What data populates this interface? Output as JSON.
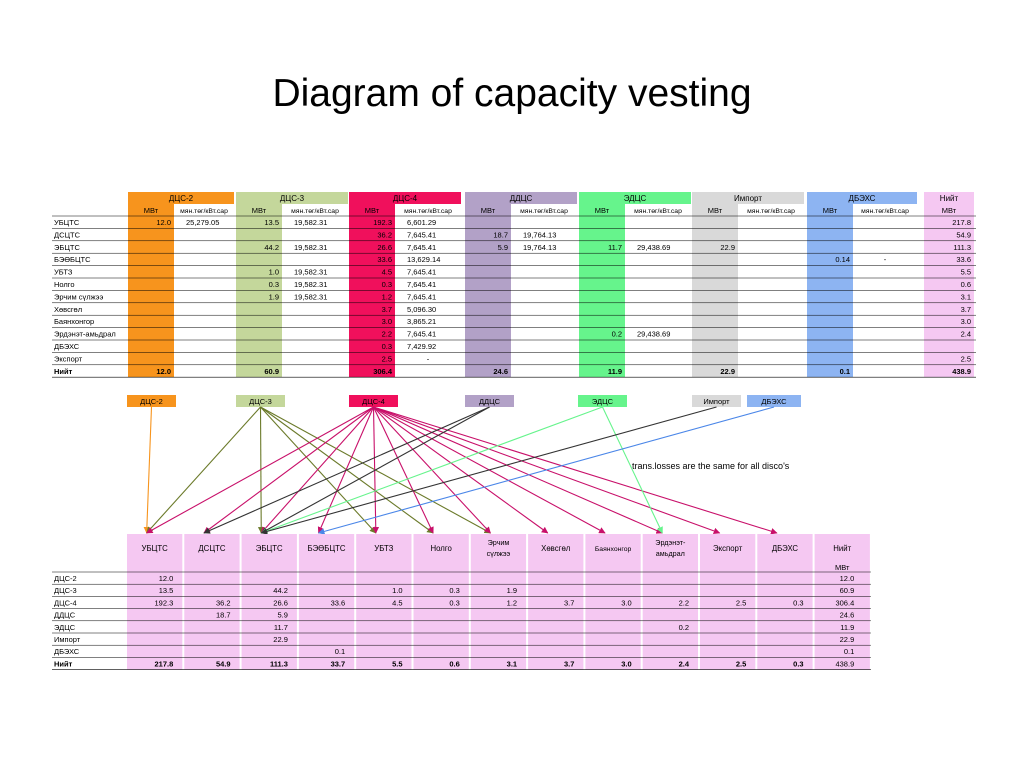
{
  "title": "Diagram of capacity vesting",
  "note": "trans.losses are the same for all disco's",
  "colors": {
    "dcs2": "#f7941d",
    "dcs3": "#c4d79b",
    "dcs4": "#f0105c",
    "ddcs": "#b2a1c7",
    "edcs": "#66f48c",
    "import": "#d9d9d9",
    "dbehs": "#8db4f2",
    "total": "#f5c8f2"
  },
  "top_table": {
    "producers": [
      {
        "key": "dcs2",
        "name": "ДЦС-2",
        "has_price": true
      },
      {
        "key": "dcs3",
        "name": "ДЦС-3",
        "has_price": true
      },
      {
        "key": "dcs4",
        "name": "ДЦС-4",
        "has_price": true
      },
      {
        "key": "ddcs",
        "name": "ДДЦС",
        "has_price": true
      },
      {
        "key": "edcs",
        "name": "ЭДЦС",
        "has_price": true
      },
      {
        "key": "import",
        "name": "Импорт",
        "has_price": true
      },
      {
        "key": "dbehs",
        "name": "ДБЭХС",
        "has_price": true
      },
      {
        "key": "total",
        "name": "Нийт",
        "has_price": false
      }
    ],
    "unit_mw": "МВт",
    "unit_price": "мян.төг/кВт.сар",
    "rows": [
      {
        "name": "УБЦТС",
        "cells": [
          [
            "12.0",
            "25,279.05"
          ],
          [
            "13.5",
            "19,582.31"
          ],
          [
            "192.3",
            "6,601.29"
          ],
          [
            "",
            ""
          ],
          [
            "",
            ""
          ],
          [
            "",
            ""
          ],
          [
            "",
            ""
          ],
          [
            "217.8"
          ]
        ]
      },
      {
        "name": "ДСЦТС",
        "cells": [
          [
            "",
            ""
          ],
          [
            "",
            ""
          ],
          [
            "36.2",
            "7,645.41"
          ],
          [
            "18.7",
            "19,764.13"
          ],
          [
            "",
            ""
          ],
          [
            "",
            ""
          ],
          [
            "",
            ""
          ],
          [
            "54.9"
          ]
        ]
      },
      {
        "name": "ЭБЦТС",
        "cells": [
          [
            "",
            ""
          ],
          [
            "44.2",
            "19,582.31"
          ],
          [
            "26.6",
            "7,645.41"
          ],
          [
            "5.9",
            "19,764.13"
          ],
          [
            "11.7",
            "29,438.69"
          ],
          [
            "22.9",
            ""
          ],
          [
            "",
            ""
          ],
          [
            "111.3"
          ]
        ]
      },
      {
        "name": "БЭӨБЦТС",
        "cells": [
          [
            "",
            ""
          ],
          [
            "",
            ""
          ],
          [
            "33.6",
            "13,629.14"
          ],
          [
            "",
            ""
          ],
          [
            "",
            ""
          ],
          [
            "",
            ""
          ],
          [
            "0.14",
            "-"
          ],
          [
            "33.6"
          ]
        ]
      },
      {
        "name": "УБТЗ",
        "cells": [
          [
            "",
            ""
          ],
          [
            "1.0",
            "19,582.31"
          ],
          [
            "4.5",
            "7,645.41"
          ],
          [
            "",
            ""
          ],
          [
            "",
            ""
          ],
          [
            "",
            ""
          ],
          [
            "",
            ""
          ],
          [
            "5.5"
          ]
        ]
      },
      {
        "name": "Нолго",
        "cells": [
          [
            "",
            ""
          ],
          [
            "0.3",
            "19,582.31"
          ],
          [
            "0.3",
            "7,645.41"
          ],
          [
            "",
            ""
          ],
          [
            "",
            ""
          ],
          [
            "",
            ""
          ],
          [
            "",
            ""
          ],
          [
            "0.6"
          ]
        ]
      },
      {
        "name": "Эрчим сүлжээ",
        "cells": [
          [
            "",
            ""
          ],
          [
            "1.9",
            "19,582.31"
          ],
          [
            "1.2",
            "7,645.41"
          ],
          [
            "",
            ""
          ],
          [
            "",
            ""
          ],
          [
            "",
            ""
          ],
          [
            "",
            ""
          ],
          [
            "3.1"
          ]
        ]
      },
      {
        "name": "Хөвсгөл",
        "cells": [
          [
            "",
            ""
          ],
          [
            "",
            ""
          ],
          [
            "3.7",
            "5,096.30"
          ],
          [
            "",
            ""
          ],
          [
            "",
            ""
          ],
          [
            "",
            ""
          ],
          [
            "",
            ""
          ],
          [
            "3.7"
          ]
        ]
      },
      {
        "name": "Баянхонгор",
        "cells": [
          [
            "",
            ""
          ],
          [
            "",
            ""
          ],
          [
            "3.0",
            "3,865.21"
          ],
          [
            "",
            ""
          ],
          [
            "",
            ""
          ],
          [
            "",
            ""
          ],
          [
            "",
            ""
          ],
          [
            "3.0"
          ]
        ]
      },
      {
        "name": "Эрдэнэт-амьдрал",
        "cells": [
          [
            "",
            ""
          ],
          [
            "",
            ""
          ],
          [
            "2.2",
            "7,645.41"
          ],
          [
            "",
            ""
          ],
          [
            "0.2",
            "29,438.69"
          ],
          [
            "",
            ""
          ],
          [
            "",
            ""
          ],
          [
            "2.4"
          ]
        ]
      },
      {
        "name": "ДБЭХС",
        "cells": [
          [
            "",
            ""
          ],
          [
            "",
            ""
          ],
          [
            "0.3",
            "7,429.92"
          ],
          [
            "",
            ""
          ],
          [
            "",
            ""
          ],
          [
            "",
            ""
          ],
          [
            "",
            ""
          ],
          [
            ""
          ]
        ]
      },
      {
        "name": "Экспорт",
        "cells": [
          [
            "",
            ""
          ],
          [
            "",
            ""
          ],
          [
            "2.5",
            "-"
          ],
          [
            "",
            ""
          ],
          [
            "",
            ""
          ],
          [
            "",
            ""
          ],
          [
            "",
            ""
          ],
          [
            "2.5"
          ]
        ]
      },
      {
        "name": "Нийт",
        "bold": true,
        "cells": [
          [
            "12.0",
            ""
          ],
          [
            "60.9",
            ""
          ],
          [
            "306.4",
            ""
          ],
          [
            "24.6",
            ""
          ],
          [
            "11.9",
            ""
          ],
          [
            "22.9",
            ""
          ],
          [
            "0.1",
            ""
          ],
          [
            "438.9"
          ]
        ]
      }
    ]
  },
  "mid_labels": [
    {
      "key": "dcs2",
      "name": "ДЦС-2"
    },
    {
      "key": "dcs3",
      "name": "ДЦС-3"
    },
    {
      "key": "dcs4",
      "name": "ДЦС-4"
    },
    {
      "key": "ddcs",
      "name": "ДДЦС"
    },
    {
      "key": "edcs",
      "name": "ЭДЦС"
    },
    {
      "key": "import",
      "name": "Импорт"
    },
    {
      "key": "dbehs",
      "name": "ДБЭХС"
    }
  ],
  "bottom_table": {
    "headers": [
      [
        "УБЦТС"
      ],
      [
        "ДСЦТС"
      ],
      [
        "ЭБЦТС"
      ],
      [
        "БЭӨБЦТС"
      ],
      [
        "УБТЗ"
      ],
      [
        "Нолго"
      ],
      [
        "Эрчим",
        "сүлжээ"
      ],
      [
        "Хөвсгөл"
      ],
      [
        "Баянхонгор"
      ],
      [
        "Эрдэнэт-",
        "амьдрал"
      ],
      [
        "Экспорт"
      ],
      [
        "ДБЭХС"
      ],
      [
        "Нийт"
      ]
    ],
    "total_unit": "МВт",
    "rows": [
      {
        "name": "ДЦС-2",
        "cells": [
          "12.0",
          "",
          "",
          "",
          "",
          "",
          "",
          "",
          "",
          "",
          "",
          "",
          "12.0"
        ]
      },
      {
        "name": "ДЦС-3",
        "cells": [
          "13.5",
          "",
          "44.2",
          "",
          "1.0",
          "0.3",
          "1.9",
          "",
          "",
          "",
          "",
          "",
          "60.9"
        ]
      },
      {
        "name": "ДЦС-4",
        "cells": [
          "192.3",
          "36.2",
          "26.6",
          "33.6",
          "4.5",
          "0.3",
          "1.2",
          "3.7",
          "3.0",
          "2.2",
          "2.5",
          "0.3",
          "306.4"
        ]
      },
      {
        "name": "ДДЦС",
        "cells": [
          "",
          "18.7",
          "5.9",
          "",
          "",
          "",
          "",
          "",
          "",
          "",
          "",
          "",
          "24.6"
        ]
      },
      {
        "name": "ЭДЦС",
        "cells": [
          "",
          "",
          "11.7",
          "",
          "",
          "",
          "",
          "",
          "",
          "0.2",
          "",
          "",
          "11.9"
        ]
      },
      {
        "name": "Импорт",
        "cells": [
          "",
          "",
          "22.9",
          "",
          "",
          "",
          "",
          "",
          "",
          "",
          "",
          "",
          "22.9"
        ]
      },
      {
        "name": "ДБЭХС",
        "cells": [
          "",
          "",
          "",
          "0.1",
          "",
          "",
          "",
          "",
          "",
          "",
          "",
          "",
          "0.1"
        ]
      },
      {
        "name": "Нийт",
        "bold": true,
        "cells": [
          "217.8",
          "54.9",
          "111.3",
          "33.7",
          "5.5",
          "0.6",
          "3.1",
          "3.7",
          "3.0",
          "2.4",
          "2.5",
          "0.3",
          "438.9"
        ]
      }
    ]
  },
  "flows": [
    {
      "from": "dcs2",
      "to": 0
    },
    {
      "from": "dcs3",
      "to": 0
    },
    {
      "from": "dcs3",
      "to": 2
    },
    {
      "from": "dcs3",
      "to": 4
    },
    {
      "from": "dcs3",
      "to": 5
    },
    {
      "from": "dcs3",
      "to": 6
    },
    {
      "from": "dcs4",
      "to": 0
    },
    {
      "from": "dcs4",
      "to": 1
    },
    {
      "from": "dcs4",
      "to": 2
    },
    {
      "from": "dcs4",
      "to": 3
    },
    {
      "from": "dcs4",
      "to": 4
    },
    {
      "from": "dcs4",
      "to": 5
    },
    {
      "from": "dcs4",
      "to": 6
    },
    {
      "from": "dcs4",
      "to": 7
    },
    {
      "from": "dcs4",
      "to": 8
    },
    {
      "from": "dcs4",
      "to": 9
    },
    {
      "from": "dcs4",
      "to": 10
    },
    {
      "from": "dcs4",
      "to": 11
    },
    {
      "from": "ddcs",
      "to": 1
    },
    {
      "from": "ddcs",
      "to": 2
    },
    {
      "from": "edcs",
      "to": 2
    },
    {
      "from": "edcs",
      "to": 9
    },
    {
      "from": "import",
      "to": 2
    },
    {
      "from": "dbehs",
      "to": 3
    }
  ],
  "flow_colors": {
    "dcs2": "#f7941d",
    "dcs3": "#6b7a2a",
    "dcs4": "#c8106a",
    "ddcs": "#333333",
    "edcs": "#66f48c",
    "import": "#333333",
    "dbehs": "#4a86e8"
  }
}
